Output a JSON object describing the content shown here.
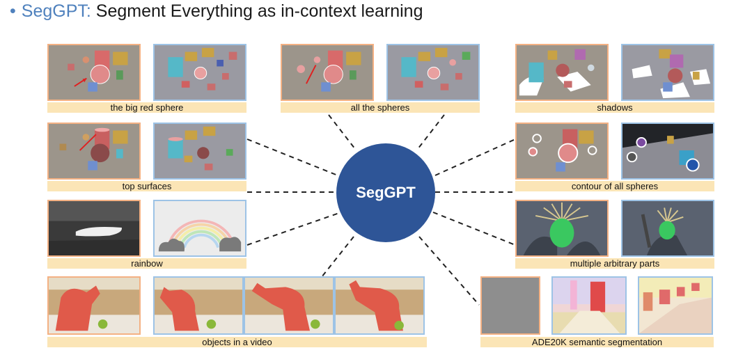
{
  "title": {
    "bullet": "•",
    "name": "SegGPT:",
    "rest": " Segment Everything as in-context learning"
  },
  "center": {
    "label": "SegGPT"
  },
  "captions": {
    "big_red_sphere": "the big red sphere",
    "all_spheres": "all the spheres",
    "shadows": "shadows",
    "top_surfaces": "top surfaces",
    "contour": "contour of all spheres",
    "rainbow": "rainbow",
    "arbitrary_parts": "multiple arbitrary parts",
    "video": "objects in a video",
    "ade20k": "ADE20K semantic segmentation"
  },
  "colors": {
    "accent": "#4f81bd",
    "center": "#2e5597",
    "caption_bg": "#fbe5b6",
    "prompt_border": "#f4b183",
    "target_border": "#9dc3e6"
  }
}
